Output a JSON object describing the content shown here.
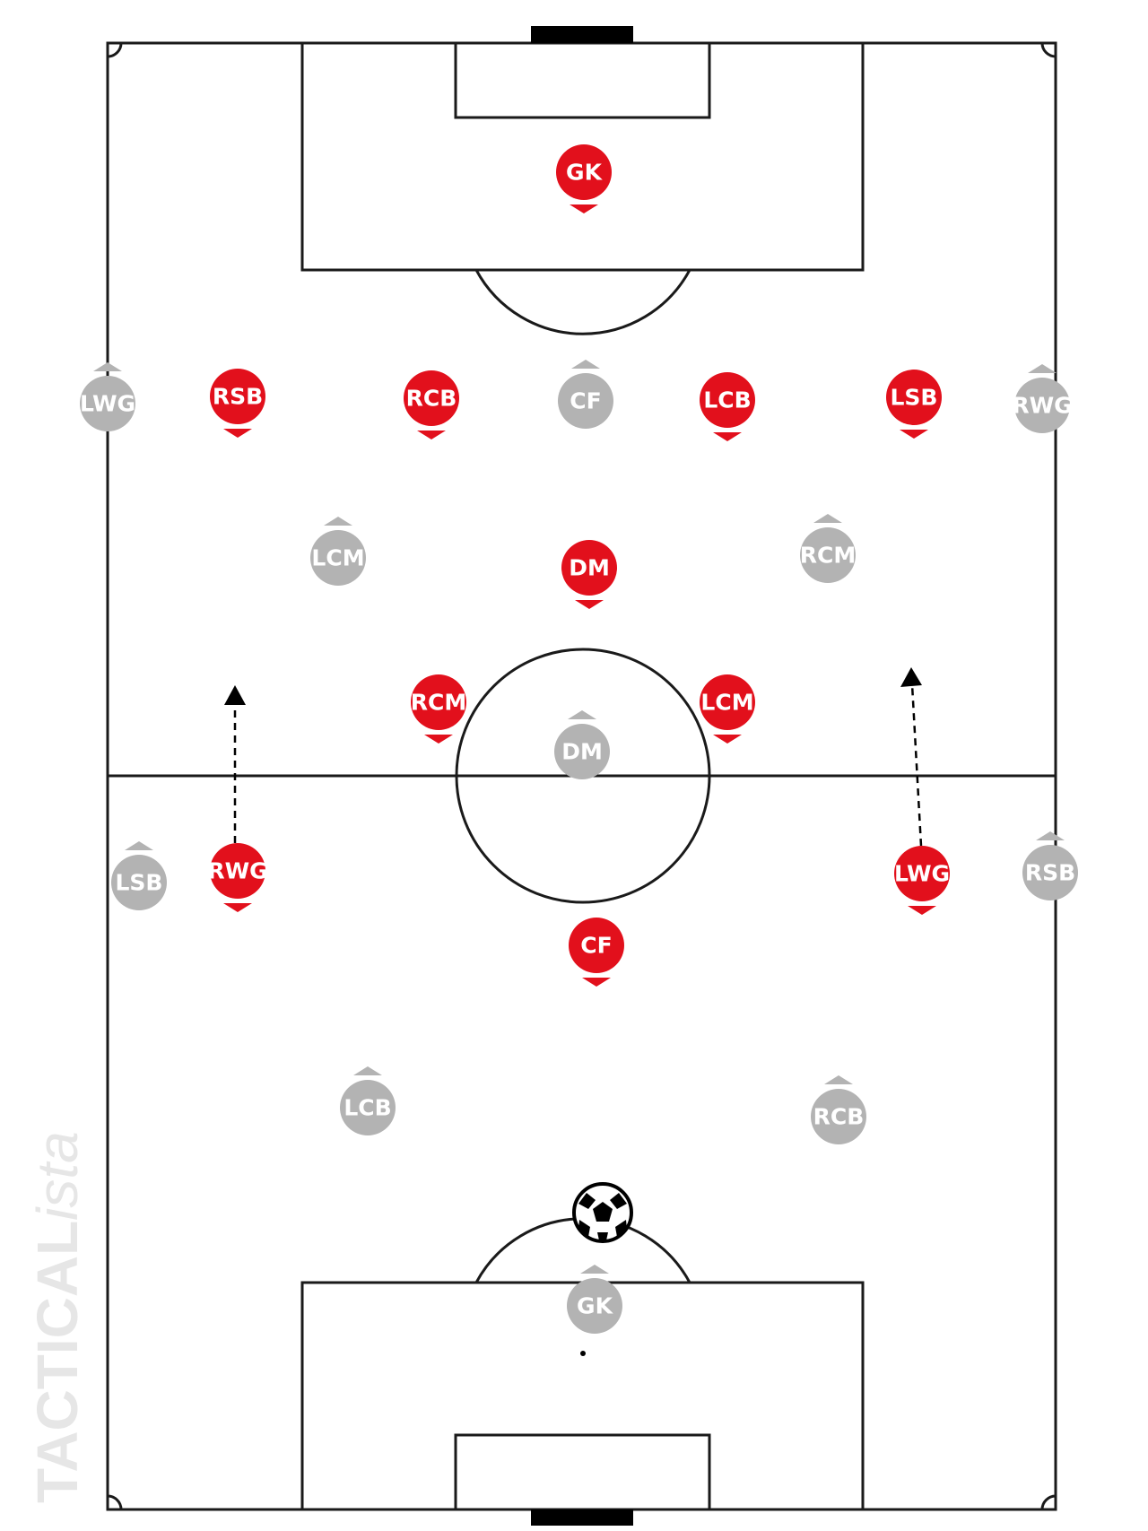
{
  "colors": {
    "home": "#e2101c",
    "away": "#b3b3b3",
    "line": "#1a1a1a",
    "watermark": "#e6e6e6"
  },
  "watermark": {
    "bold": "TACTICAL",
    "italic": "ista"
  },
  "ball_icon": "soccer-ball-icon",
  "home_players": [
    {
      "label": "GK"
    },
    {
      "label": "RSB"
    },
    {
      "label": "RCB"
    },
    {
      "label": "LCB"
    },
    {
      "label": "LSB"
    },
    {
      "label": "DM"
    },
    {
      "label": "RCM"
    },
    {
      "label": "LCM"
    },
    {
      "label": "RWG"
    },
    {
      "label": "LWG"
    },
    {
      "label": "CF"
    }
  ],
  "away_players": [
    {
      "label": "LWG"
    },
    {
      "label": "CF"
    },
    {
      "label": "RWG"
    },
    {
      "label": "LCM"
    },
    {
      "label": "RCM"
    },
    {
      "label": "DM"
    },
    {
      "label": "LSB"
    },
    {
      "label": "RSB"
    },
    {
      "label": "LCB"
    },
    {
      "label": "RCB"
    },
    {
      "label": "GK"
    }
  ]
}
